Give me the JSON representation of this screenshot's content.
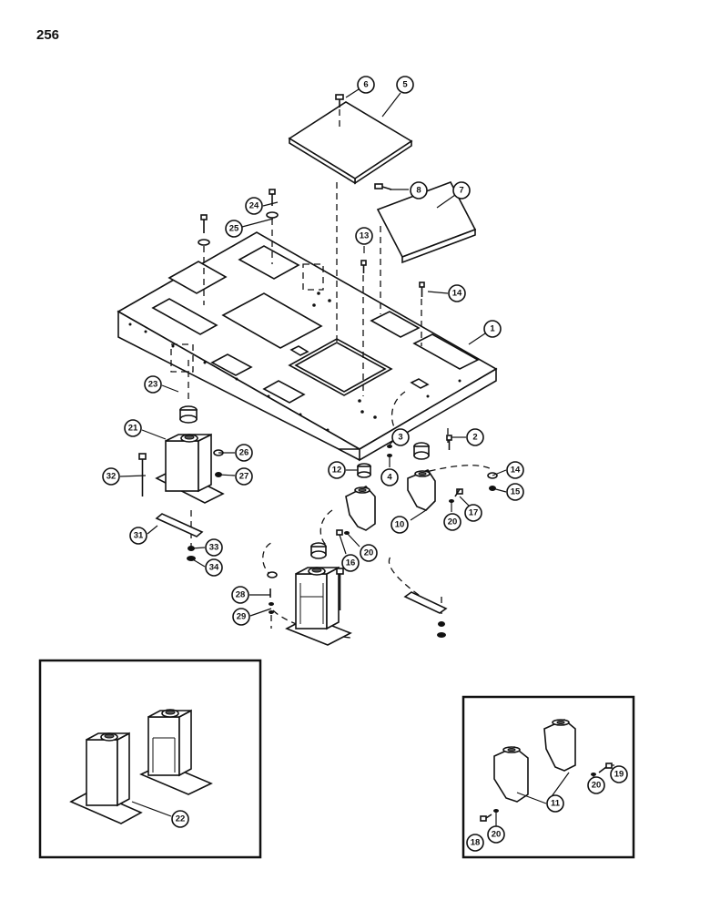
{
  "page": {
    "number": "256"
  },
  "callouts": {
    "c1": "1",
    "c2": "2",
    "c3": "3",
    "c4": "4",
    "c5": "5",
    "c6": "6",
    "c7": "7",
    "c8": "8",
    "c10": "10",
    "c11": "11",
    "c12": "12",
    "c13": "13",
    "c14a": "14",
    "c14b": "14",
    "c15": "15",
    "c16": "16",
    "c17": "17",
    "c18": "18",
    "c19": "19",
    "c20a": "20",
    "c20b": "20",
    "c20c": "20",
    "c20d": "20",
    "c21": "21",
    "c22": "22",
    "c23": "23",
    "c24": "24",
    "c25": "25",
    "c26": "26",
    "c27": "27",
    "c28": "28",
    "c29": "29",
    "c31": "31",
    "c32": "32",
    "c33": "33",
    "c34": "34"
  }
}
